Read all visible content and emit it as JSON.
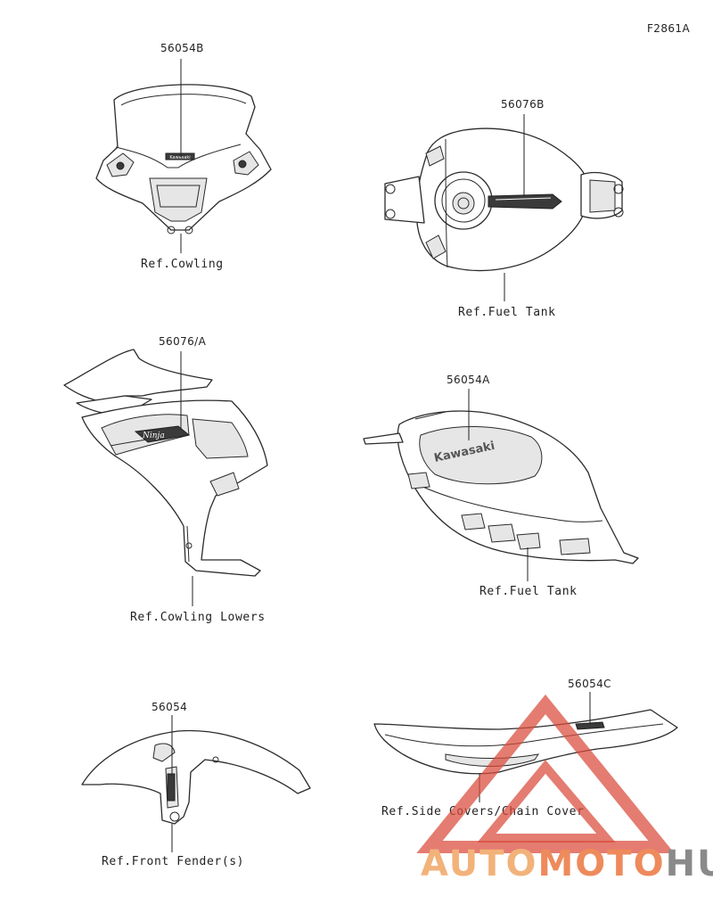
{
  "figure_code": "F2861A",
  "groups": [
    {
      "part_no": "56054B",
      "ref": "Ref.Cowling",
      "decal_text": "Kawasaki"
    },
    {
      "part_no": "56076B",
      "ref": "Ref.Fuel Tank"
    },
    {
      "part_no": "56076/A",
      "ref": "Ref.Cowling Lowers",
      "decal_text": "Ninja"
    },
    {
      "part_no": "56054A",
      "ref": "Ref.Fuel Tank",
      "decal_text": "Kawasaki"
    },
    {
      "part_no": "56054",
      "ref": "Ref.Front Fender(s)"
    },
    {
      "part_no": "56054C",
      "ref": "Ref.Side Covers/Chain Cover"
    }
  ],
  "watermark": {
    "part1": "AUTO",
    "part2": "MOTO",
    "part3": "HUB",
    "color1": "#f2b27a",
    "color2": "#ee8a5c",
    "color3": "#8a8a8a",
    "triangle_color": "#d94a3a"
  }
}
